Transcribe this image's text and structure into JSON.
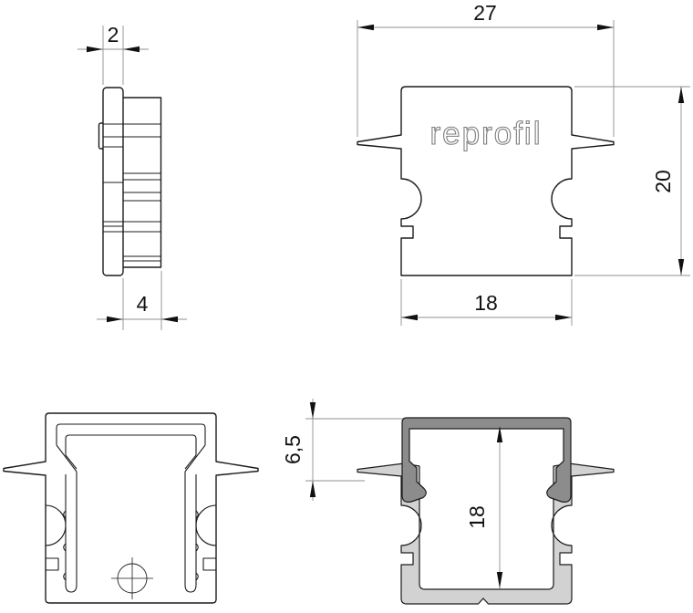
{
  "logo": {
    "text": "reprofil"
  },
  "dimensions": {
    "side_thickness": "2",
    "side_depth": "4",
    "front_width": "27",
    "front_height": "20",
    "front_base_width": "18",
    "section_top_depth": "6,5",
    "section_cavity_height": "18"
  },
  "colors": {
    "line": "#1c1c1c",
    "dim": "#8f8f8f",
    "text": "#111111",
    "dark": "#8c8c8c",
    "light": "#d2d2d2",
    "logo": "#7d7d7d",
    "bg": "#ffffff"
  }
}
